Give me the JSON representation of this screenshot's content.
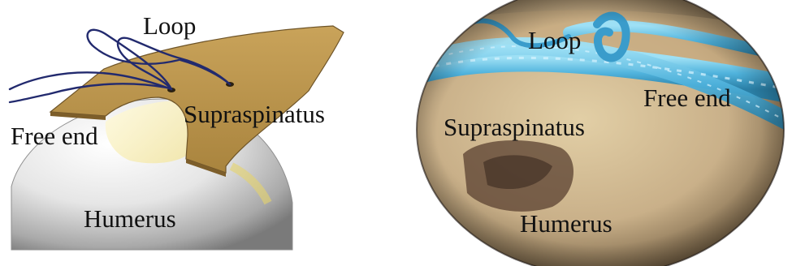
{
  "colors": {
    "tendon_fill": "#b8924a",
    "tendon_edge": "#6e5428",
    "suture_dark": "#222a6e",
    "suture_blue": "#4fb2dc",
    "bone_light": "#f2f2f2",
    "bone_shadow": "#8c8c8c",
    "scope_tissue": "#cdb68c",
    "scope_dark": "#4a3a2c"
  },
  "figures": [
    {
      "kind": "schematic",
      "labels": {
        "loop": "Loop",
        "supraspinatus": "Supraspinatus",
        "free_end": "Free end",
        "humerus": "Humerus"
      }
    },
    {
      "kind": "arthroscopic-view",
      "labels": {
        "loop": "Loop",
        "free_end": "Free end",
        "supraspinatus": "Supraspinatus",
        "humerus": "Humerus"
      }
    }
  ]
}
